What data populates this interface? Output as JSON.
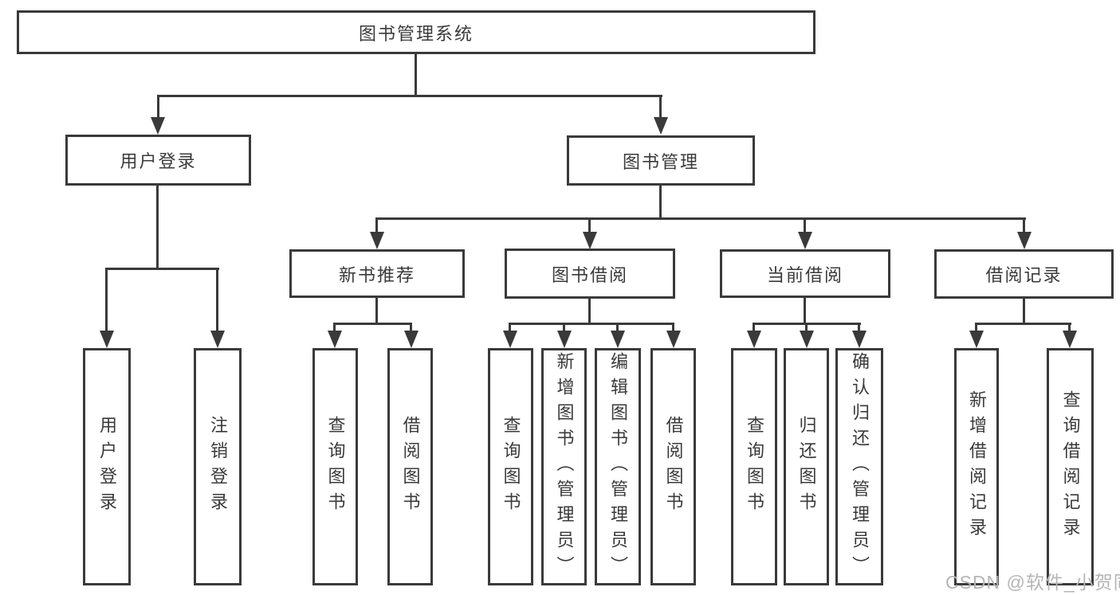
{
  "diagram": {
    "type": "org-chart",
    "title": "图书管理系统",
    "root": {
      "label": "图书管理系统"
    },
    "level2": [
      {
        "label": "用户登录"
      },
      {
        "label": "图书管理"
      }
    ],
    "level3": [
      {
        "label": "新书推荐"
      },
      {
        "label": "图书借阅"
      },
      {
        "label": "当前借阅"
      },
      {
        "label": "借阅记录"
      }
    ],
    "leaves": [
      {
        "label": "用户登录",
        "parent": "用户登录"
      },
      {
        "label": "注销登录",
        "parent": "用户登录"
      },
      {
        "label": "查询图书",
        "parent": "新书推荐"
      },
      {
        "label": "借阅图书",
        "parent": "新书推荐"
      },
      {
        "label": "查询图书",
        "parent": "图书借阅"
      },
      {
        "label": "新增图书（管理员）",
        "parent": "图书借阅"
      },
      {
        "label": "编辑图书（管理员）",
        "parent": "图书借阅"
      },
      {
        "label": "借阅图书",
        "parent": "图书借阅"
      },
      {
        "label": "查询图书",
        "parent": "当前借阅"
      },
      {
        "label": "归还图书",
        "parent": "当前借阅"
      },
      {
        "label": "确认归还（管理员）",
        "parent": "当前借阅"
      },
      {
        "label": "新增借阅记录",
        "parent": "借阅记录"
      },
      {
        "label": "查询借阅记录",
        "parent": "借阅记录"
      }
    ],
    "watermark": "CSDN @软件_小贺同学",
    "colors": {
      "line": "#3a3a3a",
      "text": "#3a3a3a",
      "background": "#ffffff",
      "watermark": "#b5b5b5"
    }
  }
}
